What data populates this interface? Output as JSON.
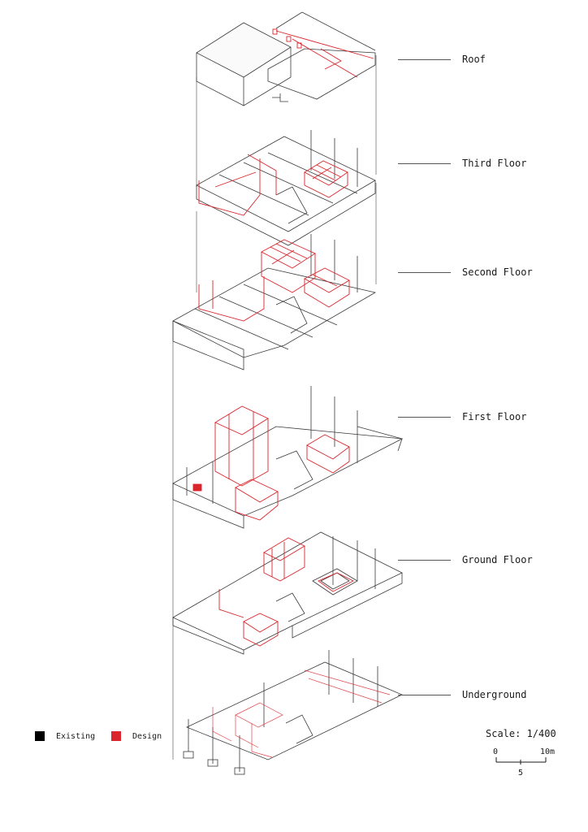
{
  "floors": [
    {
      "label": "Roof"
    },
    {
      "label": "Third Floor"
    },
    {
      "label": "Second Floor"
    },
    {
      "label": "First Floor"
    },
    {
      "label": "Ground Floor"
    },
    {
      "label": "Underground"
    }
  ],
  "legend": {
    "existing": {
      "label": "Existing",
      "color": "#000000"
    },
    "design": {
      "label": "Design",
      "color": "#d9252b"
    }
  },
  "scale": {
    "title": "Scale: 1/400",
    "ticks": [
      "0",
      "5",
      "10m"
    ]
  },
  "colors": {
    "existing_line": "#3a3a3a",
    "design_line": "#d9252b"
  }
}
